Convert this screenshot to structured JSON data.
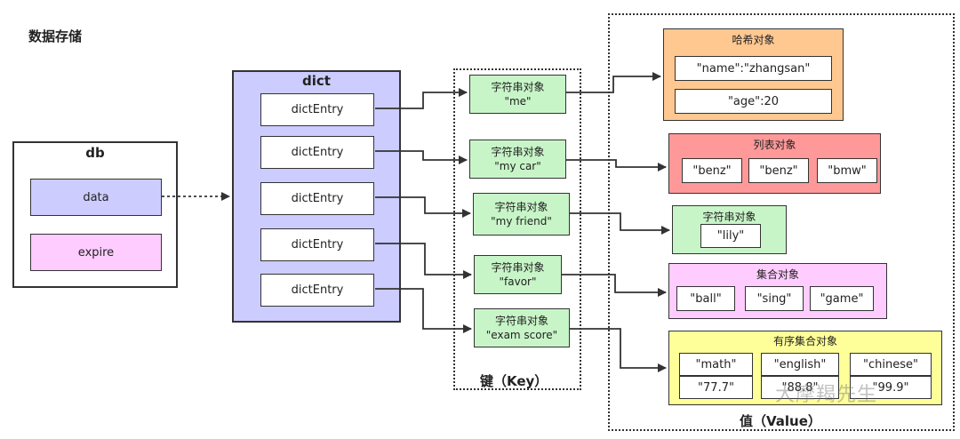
{
  "title": "数据存储",
  "db": {
    "label": "db",
    "fields": [
      "data",
      "expire"
    ]
  },
  "dict": {
    "label": "dict",
    "entries": [
      "dictEntry",
      "dictEntry",
      "dictEntry",
      "dictEntry",
      "dictEntry"
    ]
  },
  "keys": {
    "caption": "键（Key）",
    "items": [
      {
        "type": "字符串对象",
        "name": "\"me\""
      },
      {
        "type": "字符串对象",
        "name": "\"my car\""
      },
      {
        "type": "字符串对象",
        "name": "\"my friend\""
      },
      {
        "type": "字符串对象",
        "name": "\"favor\""
      },
      {
        "type": "字符串对象",
        "name": "\"exam score\""
      }
    ]
  },
  "values": {
    "caption": "值（Value）",
    "hash": {
      "label": "哈希对象",
      "items": [
        "\"name\":\"zhangsan\"",
        "\"age\":20"
      ]
    },
    "list": {
      "label": "列表对象",
      "items": [
        "\"benz\"",
        "\"benz\"",
        "\"bmw\""
      ]
    },
    "string": {
      "label": "字符串对象",
      "items": [
        "\"lily\""
      ]
    },
    "set": {
      "label": "集合对象",
      "items": [
        "\"ball\"",
        "\"sing\"",
        "\"game\""
      ]
    },
    "zset": {
      "label": "有序集合对象",
      "columns": [
        {
          "member": "\"math\"",
          "score": "\"77.7\""
        },
        {
          "member": "\"english\"",
          "score": "\"88.8\""
        },
        {
          "member": "\"chinese\"",
          "score": "\"99.9\""
        }
      ]
    }
  },
  "watermark": "大摩羯先生",
  "colors": {
    "db_fill": "#ccccff",
    "expire_fill": "#ffccff",
    "dict_fill": "#ccccff",
    "key_fill": "#c8f5c8",
    "hash_fill": "#ffc891",
    "list_fill": "#ff9999",
    "string_fill": "#c8f5c8",
    "set_fill": "#ffccff",
    "zset_fill": "#ffff99"
  }
}
